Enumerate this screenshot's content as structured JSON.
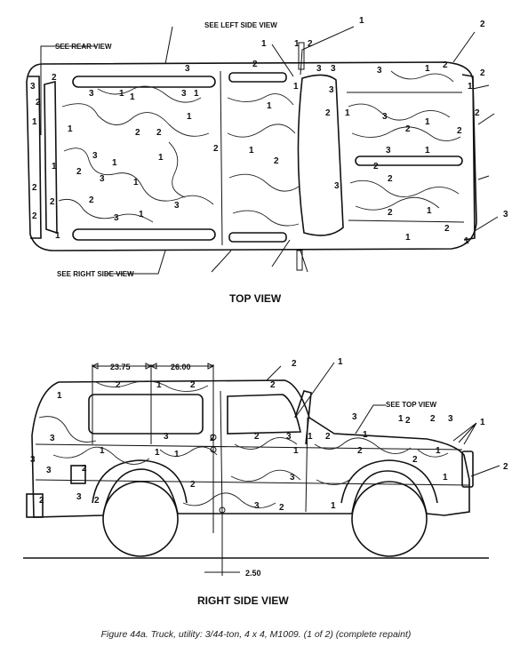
{
  "top_view": {
    "title": "TOP VIEW",
    "callouts": {
      "see_left_side_view": "SEE LEFT SIDE VIEW",
      "see_rear_view": "SEE REAR VIEW",
      "see_right_side_view": "SEE RIGHT SIDE VIEW"
    },
    "numbers": [
      "1",
      "2",
      "1",
      "1",
      "2",
      "3",
      "3",
      "3",
      "3",
      "3",
      "3",
      "3",
      "1",
      "2",
      "2",
      "2",
      "2",
      "2",
      "2",
      "1",
      "1",
      "1",
      "1",
      "1",
      "1",
      "1",
      "1",
      "2",
      "3",
      "2",
      "1",
      "2",
      "3",
      "1",
      "2",
      "2",
      "1",
      "3",
      "1",
      "1",
      "2",
      "1",
      "3",
      "2",
      "1",
      "2",
      "3",
      "1",
      "3",
      "2",
      "2",
      "1",
      "1",
      "2",
      "3",
      "2",
      "3",
      "1",
      "2",
      "1",
      "1",
      "2",
      "2",
      "1",
      "2",
      "3"
    ]
  },
  "side_view": {
    "title": "RIGHT SIDE VIEW",
    "callouts": {
      "see_top_view": "SEE TOP VIEW"
    },
    "dimensions": {
      "d1": "23.75",
      "d2": "26.00",
      "d3": "2.50"
    },
    "numbers": [
      "2",
      "1",
      "2",
      "1",
      "2",
      "2",
      "1",
      "3",
      "1",
      "2",
      "3",
      "3",
      "1",
      "1",
      "2",
      "3",
      "2",
      "3",
      "2",
      "3",
      "1",
      "2",
      "1",
      "2",
      "3",
      "1",
      "2",
      "1",
      "2",
      "3",
      "2",
      "3",
      "2",
      "1",
      "1",
      "2",
      "2",
      "1",
      "3",
      "2",
      "1"
    ]
  },
  "caption": "Figure 44a.  Truck, utility: 3/44-ton, 4 x 4, M1009.  (1 of 2) (complete repaint)"
}
